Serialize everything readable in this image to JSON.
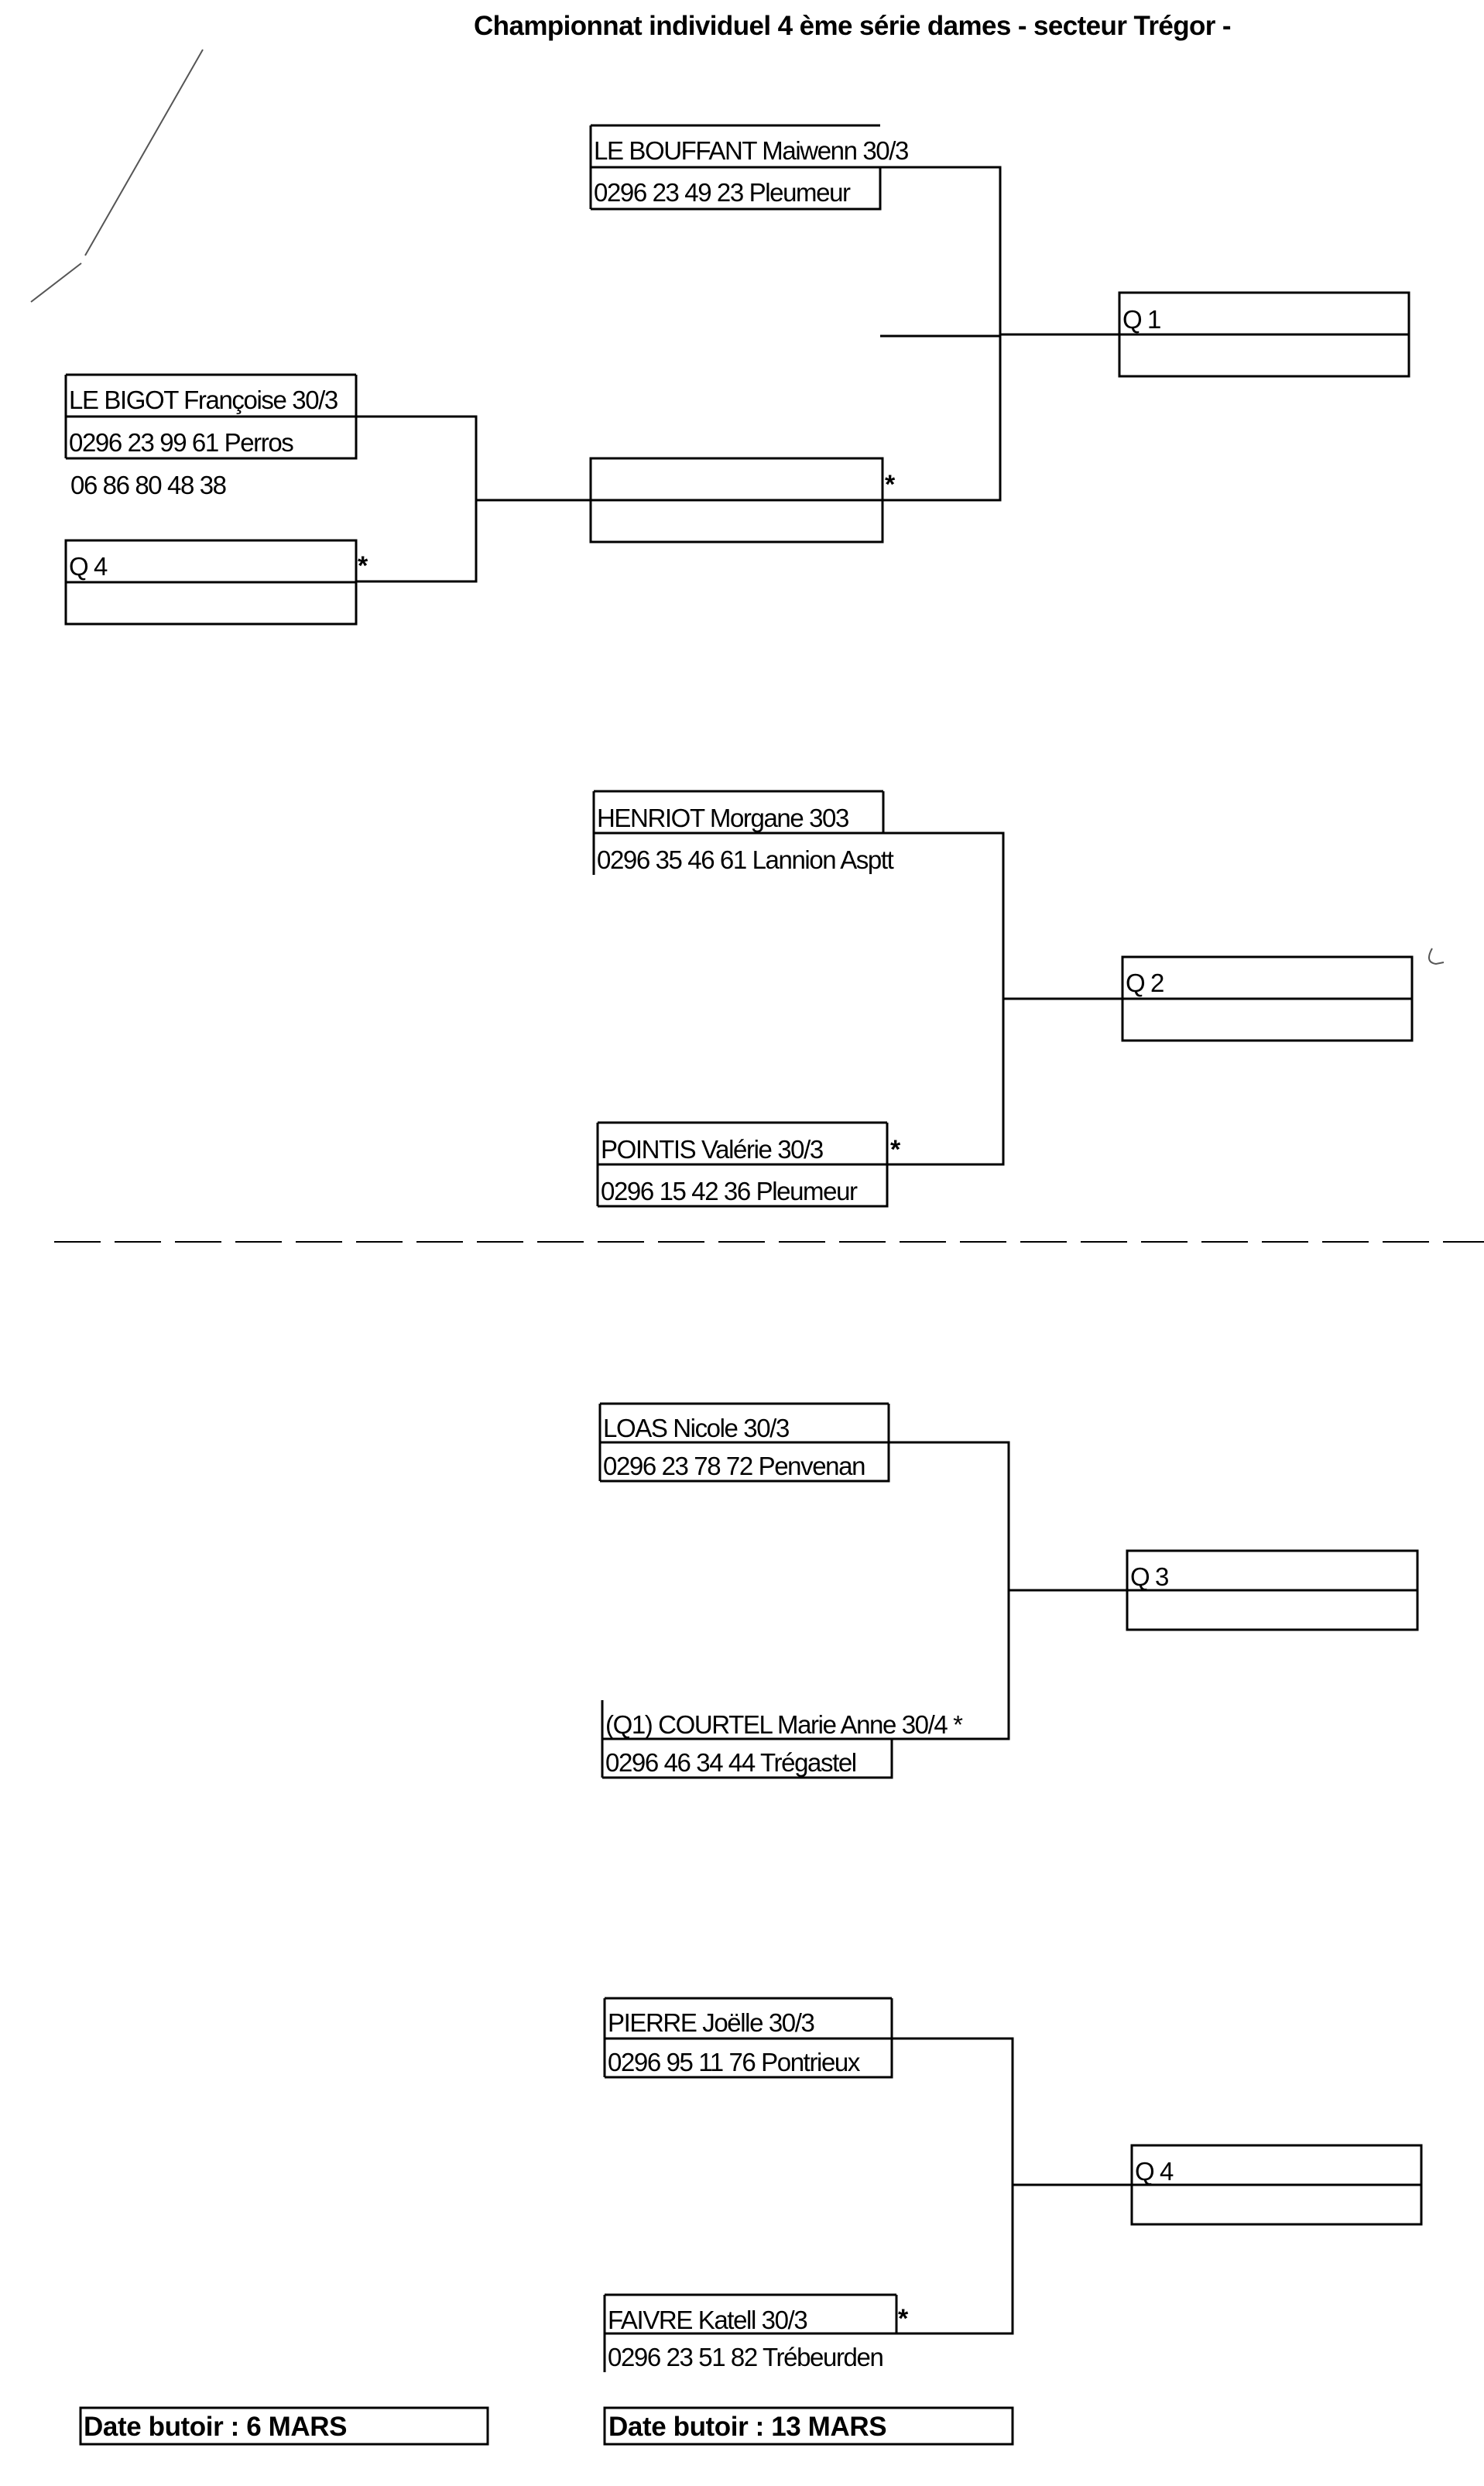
{
  "title": "Championnat individuel 4 ème série dames - secteur Trégor -",
  "players": {
    "le_bouffant": {
      "name": "LE BOUFFANT Maiwenn 30/3",
      "contact": "0296 23 49 23 Pleumeur"
    },
    "le_bigot": {
      "name": "LE BIGOT Françoise 30/3",
      "contact": "0296 23 99 61 Perros",
      "mobile": "06 86 80 48 38"
    },
    "henriot": {
      "name": "HENRIOT Morgane 303",
      "contact": "0296 35 46 61 Lannion Asptt"
    },
    "pointis": {
      "name": "POINTIS Valérie 30/3",
      "contact": "0296 15 42 36 Pleumeur"
    },
    "loas": {
      "name": "LOAS Nicole 30/3",
      "contact": "0296 23 78 72 Penvenan"
    },
    "courtel": {
      "name": "(Q1) COURTEL Marie Anne 30/4 *",
      "contact": "0296 46 34 44 Trégastel"
    },
    "pierre": {
      "name": "PIERRE Joëlle 30/3",
      "contact": "0296 95 11 76 Pontrieux"
    },
    "faivre": {
      "name": "FAIVRE Katell 30/3",
      "contact": "0296 23 51 82 Trébeurden"
    }
  },
  "slots": {
    "q1": "Q 1",
    "q2": "Q 2",
    "q3": "Q 3",
    "q4": "Q 4",
    "q4_feed": "Q 4"
  },
  "marker": "*",
  "deadlines": {
    "left": "Date butoir : 6 MARS",
    "right": "Date butoir : 13 MARS"
  }
}
